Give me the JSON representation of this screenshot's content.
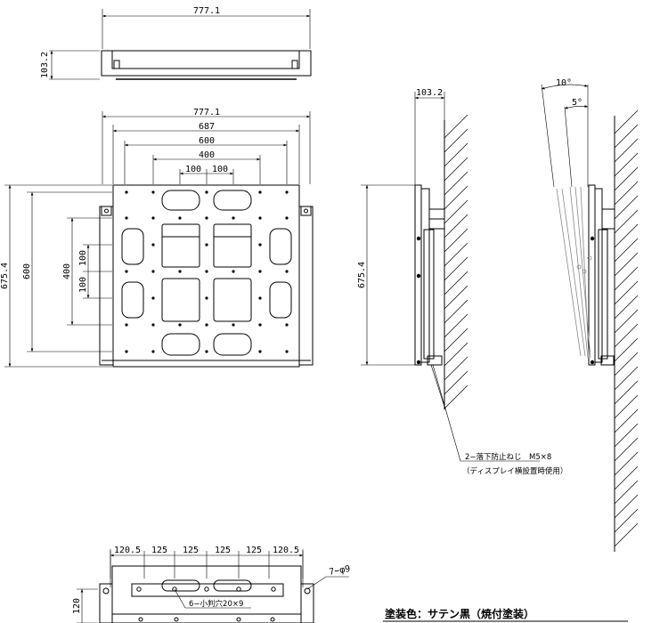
{
  "top_view": {
    "width_label": "777.1",
    "depth_label": "103.2"
  },
  "front_view": {
    "width_outer": "777.1",
    "width_687": "687",
    "width_600": "600",
    "width_400": "400",
    "pitch_100_a": "100",
    "pitch_100_b": "100",
    "height_total": "675.4",
    "height_600": "600",
    "height_400": "400",
    "vpitch_100_a": "100",
    "vpitch_100_b": "100"
  },
  "side_view": {
    "depth_label": "103.2",
    "height_label": "675.4"
  },
  "tilt_view": {
    "angle_max": "10°",
    "angle_step": "5°"
  },
  "callout": {
    "line1": "2−落下防止ねじ　M5×8",
    "line2": "（ディスプレイ横設置時使用）"
  },
  "bottom_view": {
    "spacings": [
      "120.5",
      "125",
      "125",
      "125",
      "125",
      "120.5"
    ],
    "height_label": "120",
    "hole_label": "7−φ9",
    "slot_label": "6−小判穴20×9"
  },
  "paint_note": "塗装色：サテン黒（焼付塗装）"
}
